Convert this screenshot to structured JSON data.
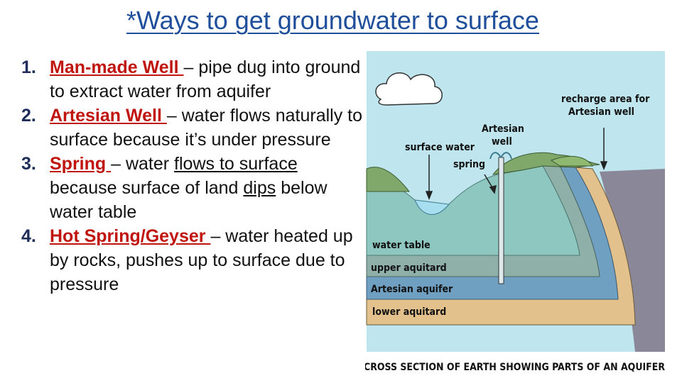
{
  "title": "*Ways to get groundwater to surface",
  "items": [
    {
      "num": "1.",
      "term": "Man-made Well ",
      "pre": "",
      "underlined": "",
      "rest": "– pipe dug into ground to extract water from aquifer"
    },
    {
      "num": "2.",
      "term": "Artesian Well ",
      "pre": "",
      "underlined": "",
      "rest": "– water flows naturally to surface because it’s under pressure"
    },
    {
      "num": "3.",
      "term": "Spring ",
      "pre": "– water ",
      "underlined": "flows to surface",
      "rest": " because surface of land dips below water table"
    },
    {
      "num": "4.",
      "term": "Hot Spring/Geyser ",
      "pre": "",
      "underlined": "",
      "rest": "– water heated up by rocks, pushes up to surface due to pressure"
    }
  ],
  "item3_dips": "dips",
  "item3_tail": " below water table",
  "item3_mid": " because surface of land ",
  "diagram": {
    "labels": {
      "recharge": "recharge area for",
      "recharge2": "Artesian well",
      "artesian": "Artesian",
      "artesian2": "well",
      "surface_water": "surface water",
      "spring": "spring",
      "water_table": "water table",
      "upper_aquitard": "upper aquitard",
      "artesian_aquifer": "Artesian aquifer",
      "lower_aquitard": "lower aquitard"
    },
    "caption": "CROSS SECTION OF EARTH SHOWING PARTS OF AN AQUIFER",
    "colors": {
      "sky": "#bfe6ee",
      "water_zone": "#8ec7c0",
      "upper_aquitard": "#8fb0a8",
      "artesian_aquifer": "#6f9fc1",
      "lower_aquitard": "#e2c18c",
      "bedrock": "#8a8799",
      "hills": "#7fa86a",
      "surface_water": "#a8dff0"
    }
  }
}
